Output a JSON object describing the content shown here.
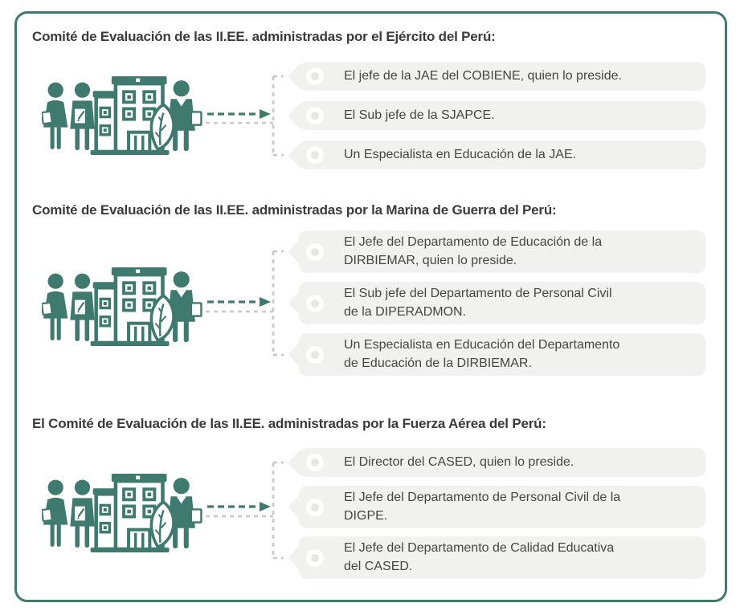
{
  "colors": {
    "accent_teal": "#3E7A6E",
    "connector_gray": "#C8C8C8",
    "tag_background": "#F1F1F0",
    "bullet_inner": "#E7E7E4",
    "heading_text": "#3B3B3B",
    "body_text": "#454545",
    "page_background": "#FFFFFF"
  },
  "icons": {
    "illustration": "team-and-school-building-illustration",
    "bullet": "circle-bullet-icon",
    "arrow": "teal-dashed-arrow-icon",
    "bracket": "gray-dashed-bracket"
  },
  "sections": [
    {
      "heading": "Comité de Evaluación de las II.EE. administradas por el Ejército del Perú:",
      "items": [
        "El jefe de la JAE del COBIENE, quien lo preside.",
        "El Sub jefe de la SJAPCE.",
        "Un Especialista en Educación de la JAE."
      ]
    },
    {
      "heading": "Comité de Evaluación de las II.EE. administradas por la Marina de Guerra del Perú:",
      "items": [
        "El Jefe del Departamento de Educación de la\nDIRBIEMAR, quien lo preside.",
        "El Sub jefe del Departamento de Personal Civil\nde la DIPERADMON.",
        "Un Especialista en Educación del Departamento\nde Educación de la DIRBIEMAR."
      ]
    },
    {
      "heading": "El Comité de Evaluación de las II.EE. administradas por la Fuerza Aérea del Perú:",
      "items": [
        "El Director del CASED, quien lo preside.",
        "El Jefe del Departamento de Personal Civil de la\nDIGPE.",
        "El Jefe del Departamento de Calidad Educativa\ndel CASED."
      ]
    }
  ]
}
